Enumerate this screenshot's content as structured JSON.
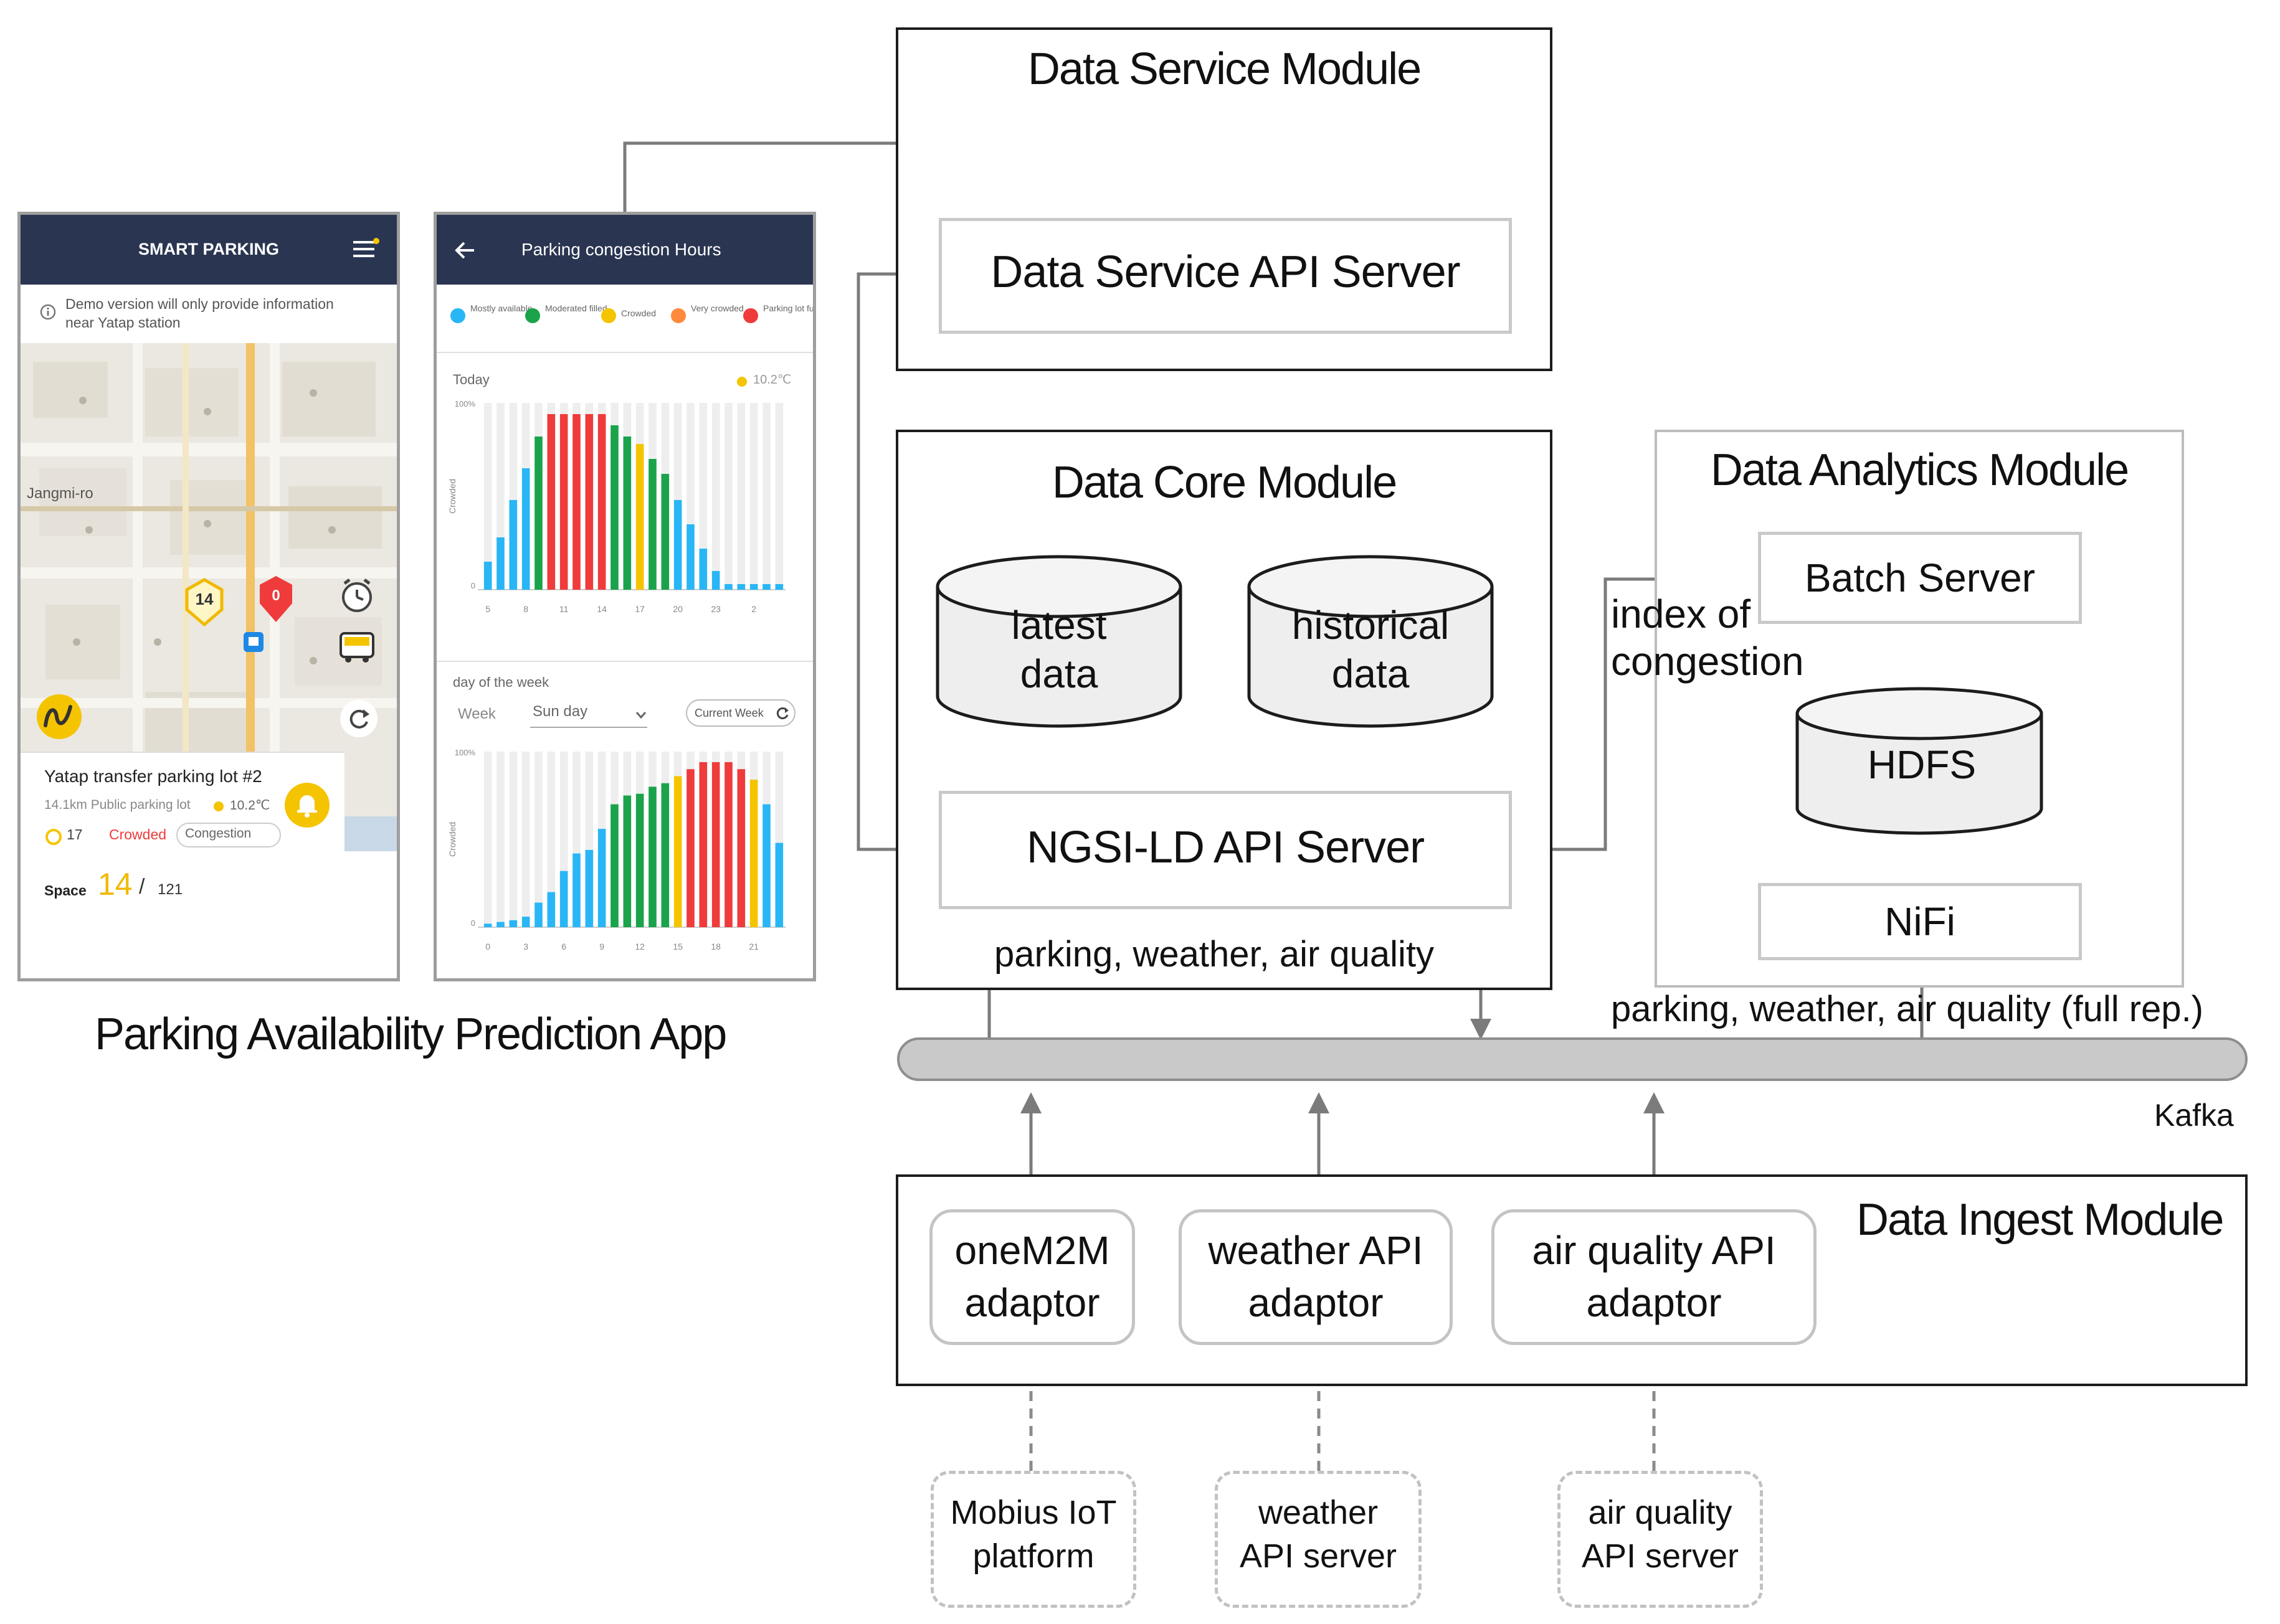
{
  "modules": {
    "service": {
      "title": "Data Service Module",
      "api_server": "Data Service API Server"
    },
    "core": {
      "title": "Data Core Module",
      "latest_1": "latest",
      "latest_2": "data",
      "historical_1": "historical",
      "historical_2": "data",
      "ngsi": "NGSI-LD API Server",
      "flow_label": "parking, weather, air quality"
    },
    "analytics": {
      "title": "Data Analytics Module",
      "batch": "Batch Server",
      "hdfs": "HDFS",
      "nifi": "NiFi",
      "index_1": "index of",
      "index_2": "congestion",
      "flow_label": "parking, weather, air quality (full rep.)"
    },
    "kafka": "Kafka",
    "ingest": {
      "title": "Data Ingest Module",
      "onem2m_1": "oneM2M",
      "onem2m_2": "adaptor",
      "weather_1": "weather  API",
      "weather_2": "adaptor",
      "air_1": "air quality  API",
      "air_2": "adaptor"
    },
    "sources": {
      "mobius_1": "Mobius IoT",
      "mobius_2": "platform",
      "weather_1": "weather",
      "weather_2": "API server",
      "air_1": "air quality",
      "air_2": "API server"
    }
  },
  "app": {
    "caption": "Parking Availability Prediction App",
    "screen1": {
      "title": "SMART PARKING",
      "notice_1": "Demo version will only provide information",
      "notice_2": "near Yatap station",
      "road": "Jangmi-ro",
      "marker_count": "14",
      "marker_zero": "0",
      "card_title": "Yatap transfer parking lot #2",
      "card_meta": "14.1km Public parking lot",
      "card_temp": "10.2℃",
      "card_count": "17",
      "card_status": "Crowded",
      "card_chip": "Congestion",
      "space_label": "Space",
      "space_value": "14",
      "space_sep": "/",
      "space_total": "121"
    },
    "screen2": {
      "title": "Parking congestion Hours",
      "legend": [
        "Mostly available",
        "Moderated filled",
        "Crowded",
        "Very crowded",
        "Parking lot full"
      ],
      "legend_colors": [
        "#29b6f6",
        "#1aa34a",
        "#f5c400",
        "#ff8a3d",
        "#ef3b3b"
      ],
      "today_label": "Today",
      "today_temp": "10.2℃",
      "week_label": "day of the week",
      "week_field": "Week",
      "week_value": "Sun day",
      "current_week": "Current Week",
      "ylabel": "Crowded"
    }
  },
  "chart_data": [
    {
      "type": "bar",
      "title": "Today",
      "ylabel": "Crowded",
      "ytick_labels": [
        "100%",
        "0"
      ],
      "xtick_labels": [
        "5",
        "8",
        "11",
        "14",
        "17",
        "20",
        "23",
        "2"
      ],
      "values": [
        15,
        28,
        48,
        65,
        82,
        94,
        94,
        94,
        94,
        94,
        88,
        82,
        78,
        70,
        62,
        48,
        35,
        22,
        10,
        3,
        3,
        3,
        3,
        3
      ],
      "levels": [
        0,
        0,
        0,
        0,
        1,
        4,
        4,
        4,
        4,
        4,
        1,
        1,
        2,
        1,
        1,
        0,
        0,
        0,
        0,
        0,
        0,
        0,
        0,
        0
      ]
    },
    {
      "type": "bar",
      "title": "day of the week",
      "ylabel": "Crowded",
      "ytick_labels": [
        "100%",
        "0"
      ],
      "xtick_labels": [
        "0",
        "3",
        "6",
        "9",
        "12",
        "15",
        "18",
        "21"
      ],
      "values": [
        2,
        3,
        4,
        6,
        14,
        20,
        32,
        42,
        44,
        56,
        70,
        75,
        76,
        80,
        82,
        86,
        90,
        94,
        94,
        94,
        90,
        84,
        70,
        48
      ],
      "levels": [
        0,
        0,
        0,
        0,
        0,
        0,
        0,
        0,
        0,
        0,
        1,
        1,
        1,
        1,
        1,
        2,
        4,
        4,
        4,
        4,
        4,
        2,
        0,
        0
      ]
    }
  ]
}
